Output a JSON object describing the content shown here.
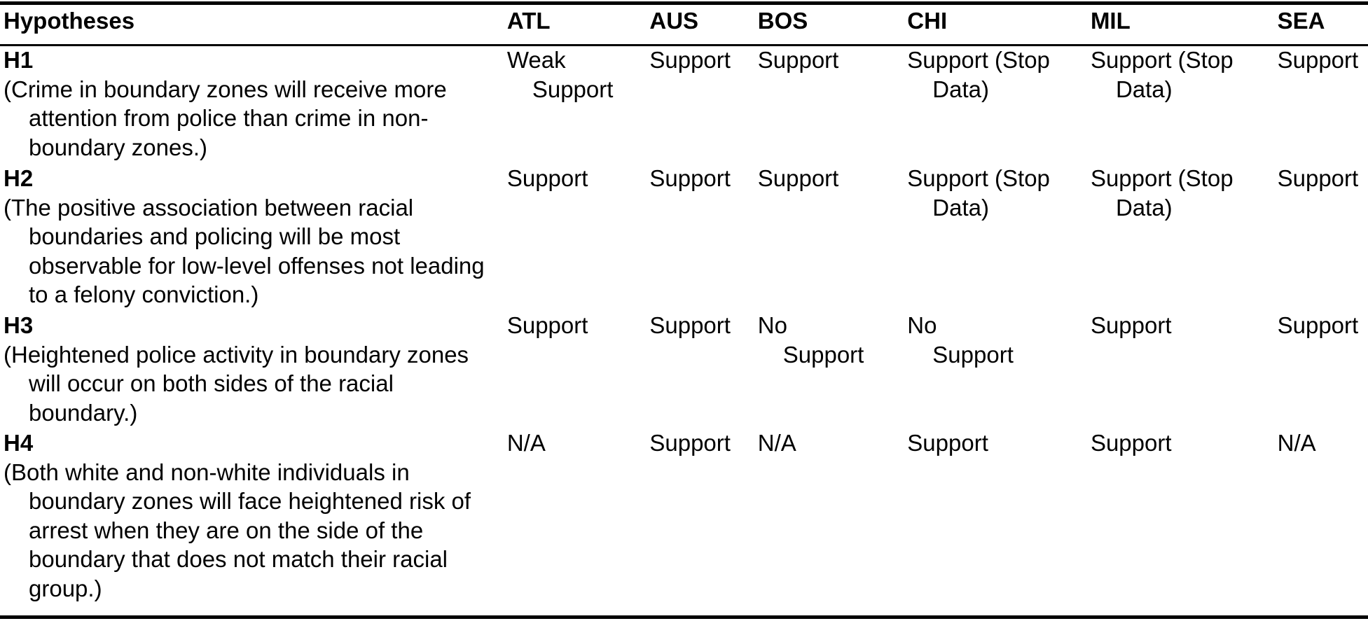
{
  "table": {
    "headers": [
      "Hypotheses",
      "ATL",
      "AUS",
      "BOS",
      "CHI",
      "MIL",
      "SEA"
    ],
    "rows": [
      {
        "id": "H1",
        "description": "(Crime in boundary zones will receive more attention from police than crime in non-boundary zones.)",
        "values": [
          "Weak Support",
          "Support",
          "Support",
          "Support (Stop Data)",
          "Support (Stop Data)",
          "Support"
        ]
      },
      {
        "id": "H2",
        "description": "(The positive association between racial boundaries and policing will be most observable for low-level offenses not leading to a felony conviction.)",
        "values": [
          "Support",
          "Support",
          "Support",
          "Support (Stop Data)",
          "Support (Stop Data)",
          "Support"
        ]
      },
      {
        "id": "H3",
        "description": "(Heightened police activity in boundary zones will occur on both sides of the racial boundary.)",
        "values": [
          "Support",
          "Support",
          "No Support",
          "No Support",
          "Support",
          "Support"
        ]
      },
      {
        "id": "H4",
        "description": "(Both white and non-white individuals in boundary zones will face heightened risk of arrest when they are on the side of the boundary that does not match their racial group.)",
        "values": [
          "N/A",
          "Support",
          "N/A",
          "Support",
          "Support",
          "N/A"
        ]
      }
    ]
  }
}
